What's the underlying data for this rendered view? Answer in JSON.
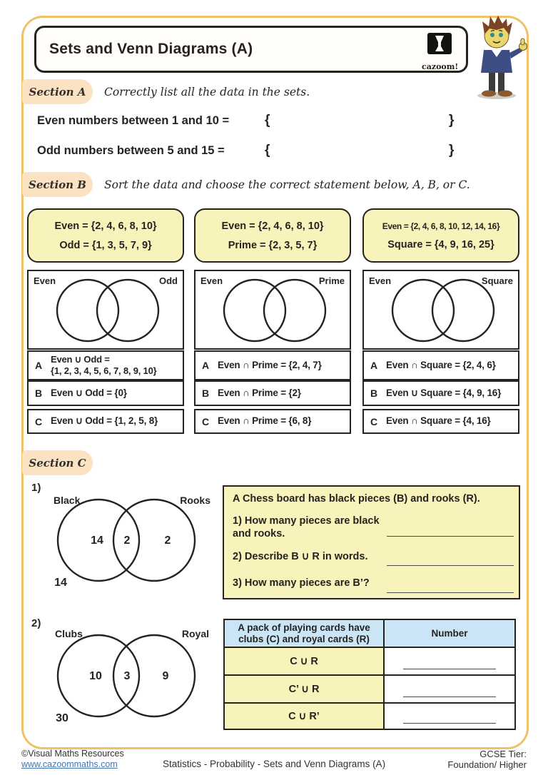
{
  "colors": {
    "frame": "#EFC269",
    "section_label_bg": "#FBE2C2",
    "pale_yellow": "#F8F3BA",
    "table_header_blue": "#C9E5F6",
    "link": "#3f75b5",
    "ink": "#26231f"
  },
  "header": {
    "title": "Sets and Venn Diagrams (A)",
    "logo_word": "cazoom!"
  },
  "section_a": {
    "label": "Section A",
    "instruction": "Correctly list all the data in the sets.",
    "problems": [
      {
        "prompt": "Even numbers between 1 and 10 =",
        "open": "{",
        "close": "}"
      },
      {
        "prompt": "Odd numbers between 5 and 15 =",
        "open": "{",
        "close": "}"
      }
    ]
  },
  "section_b": {
    "label": "Section B",
    "instruction": "Sort the data and choose the correct statement below, A, B, or C.",
    "columns": [
      {
        "sets": [
          "Even = {2, 4, 6, 8, 10}",
          "Odd = {1, 3, 5, 7, 9}"
        ],
        "venn": {
          "left_label": "Even",
          "right_label": "Odd"
        },
        "options": [
          {
            "letter": "A",
            "line1": "Even ∪ Odd =",
            "line2": "{1, 2, 3, 4, 5, 6, 7, 8, 9, 10}"
          },
          {
            "letter": "B",
            "line1": "Even ∪ Odd = {0}"
          },
          {
            "letter": "C",
            "line1": "Even ∪ Odd = {1, 2, 5, 8}"
          }
        ]
      },
      {
        "sets": [
          "Even = {2, 4, 6, 8, 10}",
          "Prime = {2, 3, 5, 7}"
        ],
        "venn": {
          "left_label": "Even",
          "right_label": "Prime"
        },
        "options": [
          {
            "letter": "A",
            "line1": "Even ∩ Prime = {2, 4, 7}"
          },
          {
            "letter": "B",
            "line1": "Even ∩ Prime = {2}"
          },
          {
            "letter": "C",
            "line1": "Even ∩ Prime = {6, 8}"
          }
        ]
      },
      {
        "sets": [
          "Even = {2, 4, 6, 8, 10, 12, 14, 16}",
          "Square = {4, 9, 16, 25}"
        ],
        "venn": {
          "left_label": "Even",
          "right_label": "Square"
        },
        "options": [
          {
            "letter": "A",
            "line1": "Even ∩ Square = {2, 4, 6}"
          },
          {
            "letter": "B",
            "line1": "Even ∪ Square = {4, 9, 16}"
          },
          {
            "letter": "C",
            "line1": "Even ∩ Square = {4, 16}"
          }
        ]
      }
    ]
  },
  "section_c": {
    "label": "Section C",
    "problem1": {
      "number": "1)",
      "venn": {
        "left_label": "Black",
        "right_label": "Rooks",
        "left_value": "14",
        "intersection": "2",
        "right_value": "2",
        "outside": "14"
      },
      "intro": "A Chess board has black pieces (B) and rooks (R).",
      "q1_line1": "1) How many pieces are black",
      "q1_line2": "and rooks.",
      "q2": "2) Describe B ∪ R in words.",
      "q3": "3) How many pieces are B’?"
    },
    "problem2": {
      "number": "2)",
      "venn": {
        "left_label": "Clubs",
        "right_label": "Royal",
        "left_value": "10",
        "intersection": "3",
        "right_value": "9",
        "outside": "30"
      },
      "table": {
        "header_left_line1": "A pack of playing cards have",
        "header_left_line2": "clubs (C) and royal cards (R)",
        "header_right": "Number",
        "rows": [
          "C ∪ R",
          "C’ ∪ R",
          "C ∪ R’"
        ]
      }
    }
  },
  "footer": {
    "copyright": "©Visual Maths Resources",
    "url": "www.cazoommaths.com",
    "center": "Statistics - Probability - Sets and Venn Diagrams (A)",
    "tier_label": "GCSE Tier:",
    "tier_value": "Foundation/ Higher"
  }
}
